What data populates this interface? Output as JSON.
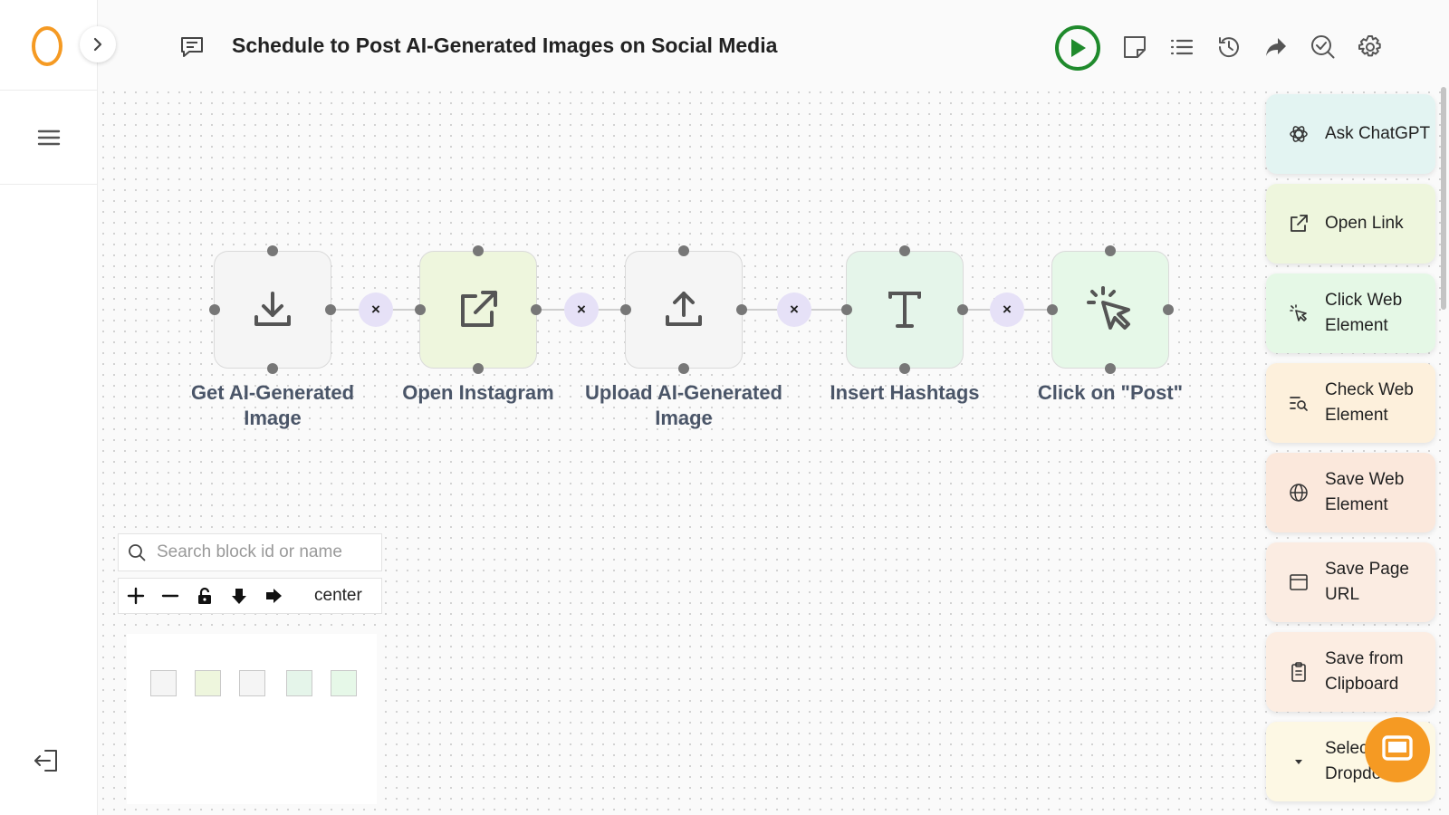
{
  "app": {
    "title": "Schedule to Post AI-Generated Images on Social Media",
    "accent_color": "#f59a23",
    "run_color": "#1f8a2c"
  },
  "left_rail": {
    "logo_icon": "logo-o-icon",
    "expand_icon": "chevron-right-icon",
    "menu_icon": "hamburger-menu-icon",
    "exit_icon": "exit-icon"
  },
  "toolbar": {
    "title_icon": "message-square-icon",
    "run_icon": "play-icon",
    "tools": [
      "sticky-note-icon",
      "list-icon",
      "history-icon",
      "share-icon",
      "check-search-icon",
      "gear-icon"
    ]
  },
  "workflow": {
    "nodes": [
      {
        "id": "get-image",
        "label": "Get AI-Generated\nImage",
        "icon": "download-icon",
        "color": "#f5f5f5"
      },
      {
        "id": "open-instagram",
        "label": "Open Instagram",
        "icon": "external-link-icon",
        "color": "#eef6dd"
      },
      {
        "id": "upload-image",
        "label": "Upload AI-Generated\nImage",
        "icon": "upload-icon",
        "color": "#f5f5f5"
      },
      {
        "id": "insert-hashtags",
        "label": "Insert Hashtags",
        "icon": "text-icon",
        "color": "#e5f5ea"
      },
      {
        "id": "click-post",
        "label": "Click on \"Post\"",
        "icon": "cursor-click-icon",
        "color": "#e6f8e8"
      }
    ],
    "delete_symbol": "×"
  },
  "search": {
    "placeholder": "Search block id or name",
    "value": ""
  },
  "controls": {
    "zoom_in_icon": "plus-icon",
    "zoom_out_icon": "minus-icon",
    "lock_icon": "lock-icon",
    "down_icon": "arrow-down-icon",
    "right_icon": "arrow-right-icon",
    "center_label": "center"
  },
  "panel": {
    "items": [
      {
        "label": "Ask ChatGPT",
        "icon": "openai-icon",
        "color": "#e3f4f2"
      },
      {
        "label": "Open Link",
        "icon": "external-link-icon",
        "color": "#eef6dd"
      },
      {
        "label": "Click Web Element",
        "icon": "cursor-click-icon",
        "color": "#e5f8e6"
      },
      {
        "label": "Check Web Element",
        "icon": "search-lines-icon",
        "color": "#fdf0dc"
      },
      {
        "label": "Save Web Element",
        "icon": "globe-icon",
        "color": "#fbe8dc"
      },
      {
        "label": "Save Page URL",
        "icon": "browser-window-icon",
        "color": "#fbece2"
      },
      {
        "label": "Save from Clipboard",
        "icon": "clipboard-icon",
        "color": "#fcede2"
      },
      {
        "label": "Select Dropdown",
        "icon": "caret-down-icon",
        "color": "#fdf8e4"
      }
    ],
    "chat_icon": "chat-icon"
  }
}
